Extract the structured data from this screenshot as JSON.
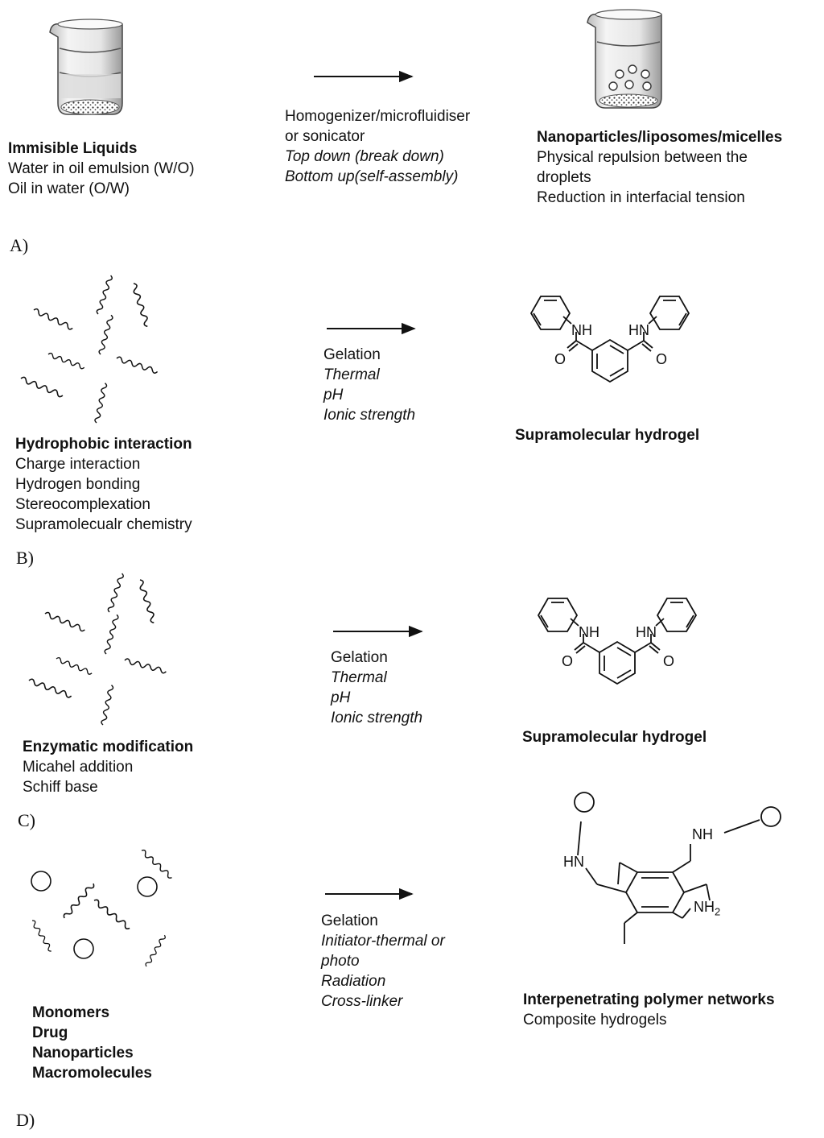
{
  "panels": [
    {
      "label": "A)",
      "left_title": "Immisible Liquids",
      "left_lines": [
        "Water in oil emulsion (W/O)",
        "Oil in water (O/W)"
      ],
      "process_lines": [
        "Homogenizer/microfluidiser",
        "or sonicator"
      ],
      "process_italic": [
        "Top down (break down)",
        "Bottom up(self-assembly)"
      ],
      "right_title": "Nanoparticles/liposomes/micelles",
      "right_lines": [
        "Physical repulsion between the",
        "droplets",
        "Reduction in interfacial tension"
      ]
    },
    {
      "label": "B)",
      "left_title": "Hydrophobic interaction",
      "left_lines": [
        "Charge interaction",
        "Hydrogen bonding",
        "Stereocomplexation",
        "Supramolecualr chemistry"
      ],
      "process_lines": [
        "Gelation"
      ],
      "process_italic": [
        "Thermal",
        "pH",
        "Ionic strength"
      ],
      "right_title": "Supramolecular hydrogel",
      "atom_labels": [
        "NH",
        "HN",
        "O",
        "O"
      ]
    },
    {
      "label": "C)",
      "left_title": "Enzymatic modification",
      "left_lines": [
        "Micahel addition",
        "Schiff base"
      ],
      "process_lines": [
        "Gelation"
      ],
      "process_italic": [
        "Thermal",
        "pH",
        "Ionic strength"
      ],
      "right_title": "Supramolecular hydrogel",
      "atom_labels": [
        "NH",
        "HN",
        "O",
        "O"
      ]
    },
    {
      "label": "D)",
      "left_bold_lines": [
        "Monomers",
        "Drug",
        "Nanoparticles",
        "Macromolecules"
      ],
      "process_lines": [
        "Gelation"
      ],
      "process_italic": [
        "Initiator-thermal or",
        "photo",
        "Radiation",
        "Cross-linker"
      ],
      "right_title": "Interpenetrating polymer networks",
      "right_lines": [
        "Composite hydrogels"
      ],
      "atom_labels": [
        "HN",
        "NH",
        "NH",
        "2"
      ]
    }
  ]
}
